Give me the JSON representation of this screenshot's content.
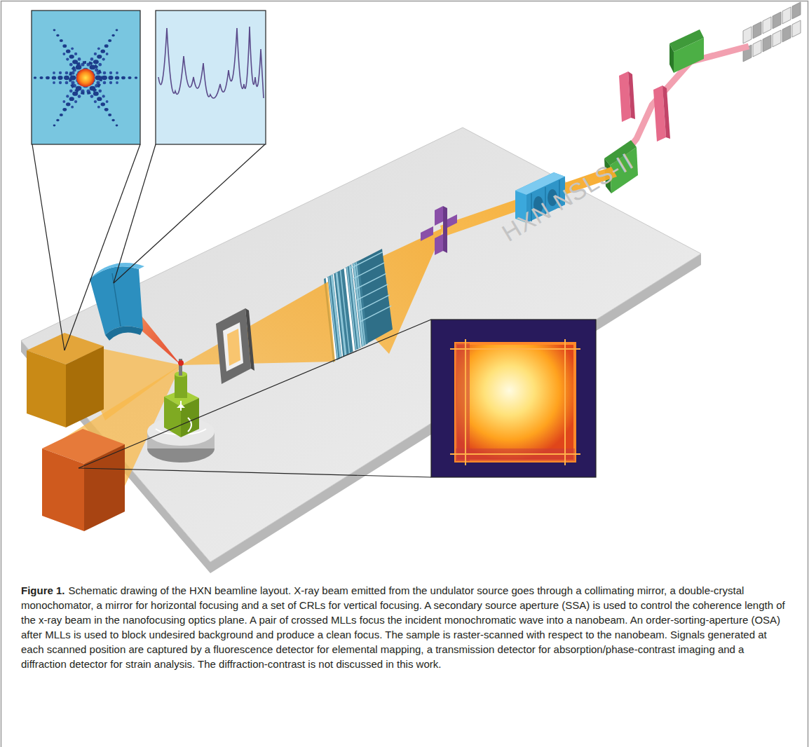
{
  "diagram": {
    "caption": "Schematic drawing of the HXN beamline layout. X-ray beam emitted from the undulator source goes through a collimating mirror, a double-crystal monochomator, a mirror for horizontal focusing and a set of CRLs for vertical focusing. A secondary source aperture (SSA) is used to control the coherence length of the x-ray beam in the nanofocusing optics plane. A pair of crossed MLLs focus the incident monochromatic wave into a nanobeam. An order-sorting-aperture (OSA) after MLLs is used to block undesired background and produce a clean focus. The sample is raster-scanned with respect to the nanobeam. Signals generated at each scanned position are captured by a fluorescence detector for elemental mapping, a transmission detector for absorption/phase-contrast imaging and a diffraction detector for strain analysis. The diffraction-contrast is not discussed in this work.",
    "labels": [
      "HXN NSLS-II",
      "Figure 1."
    ]
  }
}
